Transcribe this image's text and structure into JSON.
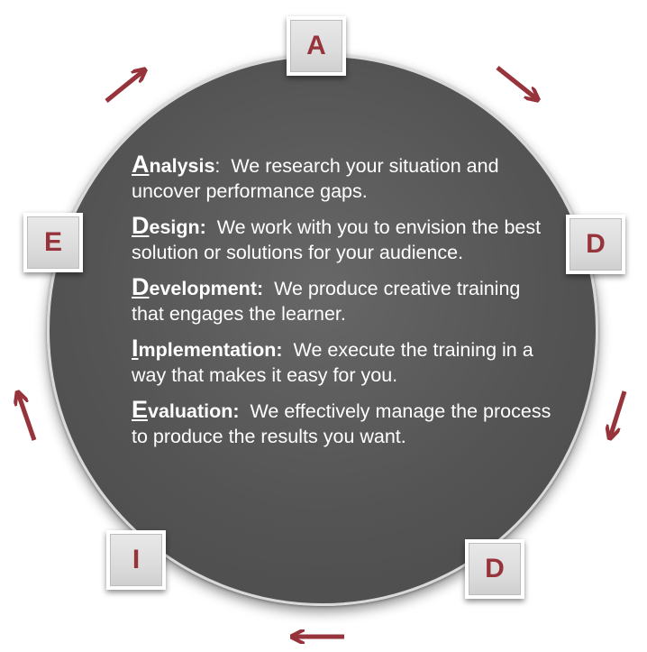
{
  "boxes": {
    "a": "A",
    "d1": "D",
    "d2": "D",
    "i": "I",
    "e": "E"
  },
  "phases": [
    {
      "initial": "A",
      "rest": "nalysis",
      "sep": ":",
      "desc": "We research your situation and uncover performance gaps."
    },
    {
      "initial": "D",
      "rest": "esign:",
      "sep": "",
      "desc": "We work with you to envision the best solution or solutions for your audience."
    },
    {
      "initial": "D",
      "rest": "evelopment:",
      "sep": "",
      "desc": "We produce creative training that engages the learner."
    },
    {
      "initial": "I",
      "rest": "mplementation:",
      "sep": "",
      "desc": "We execute the training in a way that makes it easy for you."
    },
    {
      "initial": "E",
      "rest": "valuation:",
      "sep": "",
      "desc": "We effectively manage the process to produce the results you want."
    }
  ],
  "colors": {
    "accent": "#97333b",
    "circle": "#555555",
    "box": "#dcdcdc",
    "text": "#ffffff"
  },
  "icons": [
    "arrow-icon"
  ]
}
